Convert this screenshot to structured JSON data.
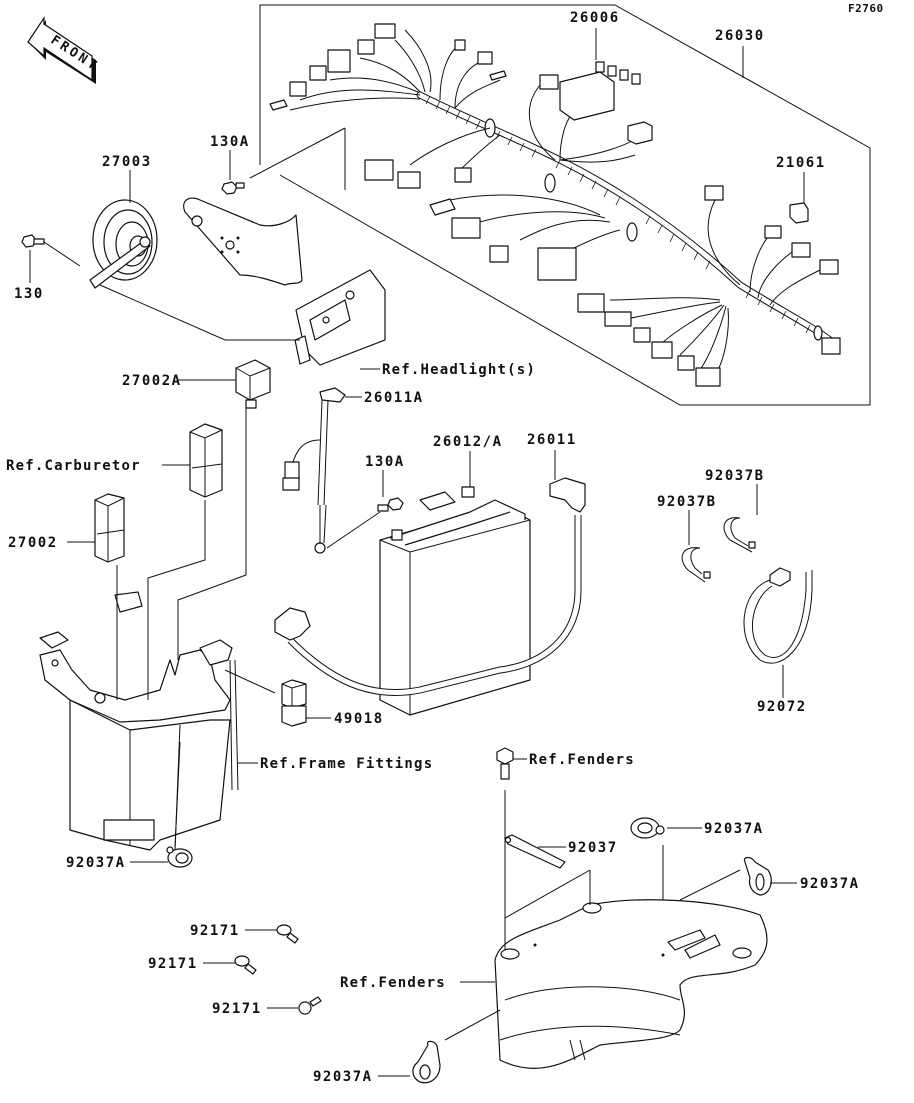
{
  "figure_id": "F2760",
  "front_arrow": "FRONT",
  "callouts": {
    "p26006": "26006",
    "p26030": "26030",
    "p21061": "21061",
    "p130A_top": "130A",
    "p27003": "27003",
    "p130": "130",
    "ref_headlight": "Ref.Headlight(s)",
    "p27002A": "27002A",
    "p26011A": "26011A",
    "ref_carburetor": "Ref.Carburetor",
    "p26012A": "26012/A",
    "p26011": "26011",
    "p130A_mid": "130A",
    "p27002": "27002",
    "p92037B_1": "92037B",
    "p92037B_2": "92037B",
    "p92072": "92072",
    "p49018": "49018",
    "ref_frame": "Ref.Frame Fittings",
    "ref_fenders_top": "Ref.Fenders",
    "p92037A_1": "92037A",
    "p92037": "92037",
    "p92037A_2": "92037A",
    "p92037A_left": "92037A",
    "p92171_1": "92171",
    "p92171_2": "92171",
    "p92171_3": "92171",
    "ref_fenders_bottom": "Ref.Fenders",
    "p92037A_bottom": "92037A"
  }
}
